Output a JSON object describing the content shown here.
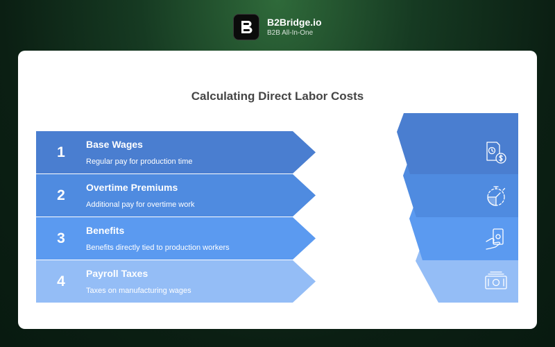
{
  "brand": {
    "name": "B2Bridge.io",
    "tagline": "B2B All-In-One",
    "logo_letter": "B"
  },
  "diagram": {
    "title": "Calculating Direct Labor Costs",
    "steps": [
      {
        "number": "1",
        "title": "Base Wages",
        "description": "Regular pay for production time",
        "color": "#4a7ed0",
        "icon": "time-money-icon"
      },
      {
        "number": "2",
        "title": "Overtime Premiums",
        "description": "Additional pay for overtime work",
        "color": "#4f8be0",
        "icon": "stopwatch-icon"
      },
      {
        "number": "3",
        "title": "Benefits",
        "description": "Benefits directly tied to production workers",
        "color": "#5b9af0",
        "icon": "hand-cash-icon"
      },
      {
        "number": "4",
        "title": "Payroll Taxes",
        "description": "Taxes on manufacturing wages",
        "color": "#94bdf6",
        "icon": "cash-stack-icon"
      }
    ]
  }
}
